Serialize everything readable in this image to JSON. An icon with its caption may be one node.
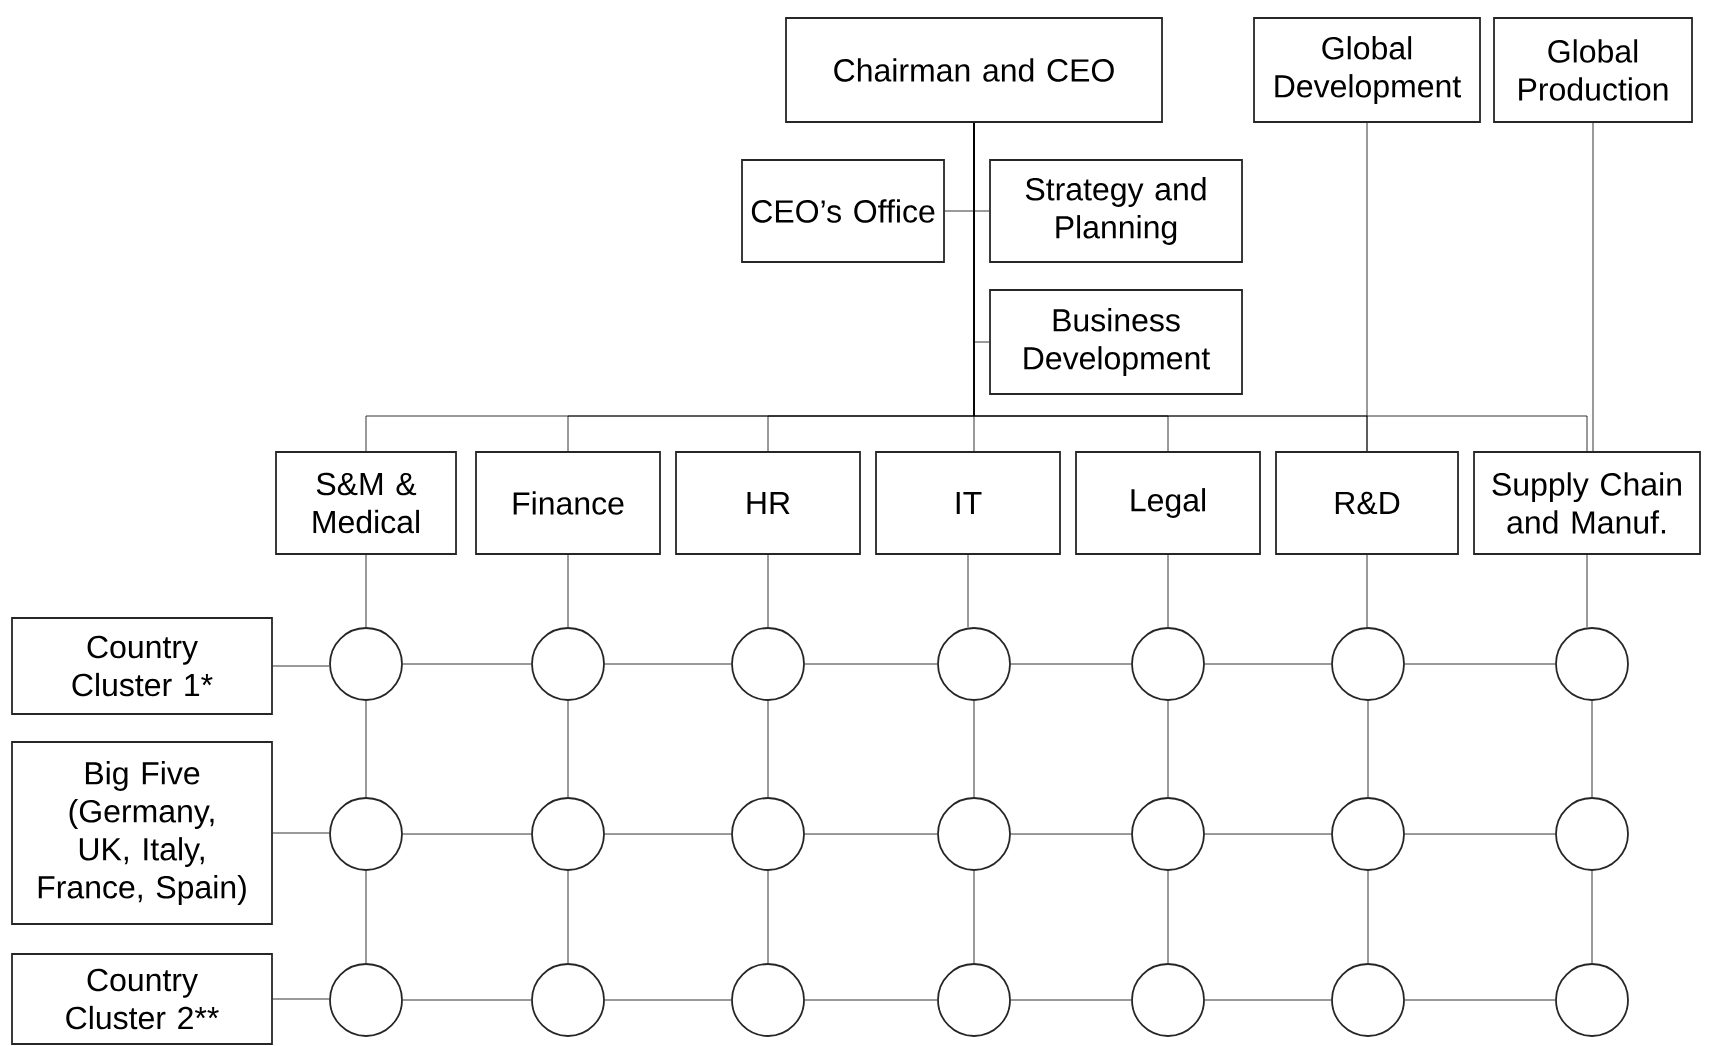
{
  "diagram": {
    "nodes": [
      {
        "text": [
          "Chairman and CEO"
        ]
      },
      {
        "text": [
          "Global Development"
        ]
      },
      {
        "text": [
          "Global Production"
        ]
      },
      {
        "text": [
          "CEO’s Office"
        ]
      },
      {
        "text": [
          "Strategy and Planning"
        ]
      },
      {
        "text": [
          "Business Development"
        ]
      },
      {
        "text": [
          "S&M & Medical"
        ]
      },
      {
        "text": [
          "Finance"
        ]
      },
      {
        "text": [
          "HR"
        ]
      },
      {
        "text": [
          "IT"
        ]
      },
      {
        "text": [
          "Legal"
        ]
      },
      {
        "text": [
          "R&D"
        ]
      },
      {
        "text": [
          "Supply Chain and Manuf."
        ]
      },
      {
        "text": [
          "Country Cluster 1*"
        ]
      },
      {
        "text": [
          "Big Five (Germany, UK, Italy, France, Spain)"
        ]
      },
      {
        "text": [
          "Country Cluster 2**"
        ]
      },
      {
        "text": [],
        "shape": "circle"
      },
      {
        "text": [],
        "shape": "circle"
      },
      {
        "text": [],
        "shape": "circle"
      },
      {
        "text": [],
        "shape": "circle"
      },
      {
        "text": [],
        "shape": "circle"
      },
      {
        "text": [],
        "shape": "circle"
      },
      {
        "text": [],
        "shape": "circle"
      },
      {
        "text": [],
        "shape": "circle"
      },
      {
        "text": [],
        "shape": "circle"
      },
      {
        "text": [],
        "shape": "circle"
      },
      {
        "text": [],
        "shape": "circle"
      },
      {
        "text": [],
        "shape": "circle"
      },
      {
        "text": [],
        "shape": "circle"
      },
      {
        "text": [],
        "shape": "circle"
      },
      {
        "text": [],
        "shape": "circle"
      },
      {
        "text": [],
        "shape": "circle"
      },
      {
        "text": [],
        "shape": "circle"
      },
      {
        "text": [],
        "shape": "circle"
      },
      {
        "text": [],
        "shape": "circle"
      },
      {
        "text": [],
        "shape": "circle"
      },
      {
        "text": [],
        "shape": "circle"
      }
    ],
    "edges": [
      {
        "from": 0,
        "to": 3,
        "arrow": "none"
      },
      {
        "from": 0,
        "to": 4,
        "arrow": "none"
      },
      {
        "from": 0,
        "to": 5,
        "arrow": "none"
      },
      {
        "from": 0,
        "to": 6,
        "arrow": "none"
      },
      {
        "from": 0,
        "to": 7,
        "arrow": "none"
      },
      {
        "from": 0,
        "to": 8,
        "arrow": "none"
      },
      {
        "from": 0,
        "to": 9,
        "arrow": "none"
      },
      {
        "from": 0,
        "to": 10,
        "arrow": "none"
      },
      {
        "from": 0,
        "to": 11,
        "arrow": "none"
      },
      {
        "from": 0,
        "to": 12,
        "arrow": "none"
      },
      {
        "from": 1,
        "to": 11,
        "arrow": "none"
      },
      {
        "from": 2,
        "to": 12,
        "arrow": "none"
      },
      {
        "from": 6,
        "to": 16,
        "arrow": "none"
      },
      {
        "from": 7,
        "to": 17,
        "arrow": "none"
      },
      {
        "from": 8,
        "to": 18,
        "arrow": "none"
      },
      {
        "from": 9,
        "to": 19,
        "arrow": "none"
      },
      {
        "from": 10,
        "to": 20,
        "arrow": "none"
      },
      {
        "from": 11,
        "to": 21,
        "arrow": "none"
      },
      {
        "from": 12,
        "to": 22,
        "arrow": "none"
      },
      {
        "from": 16,
        "to": 23,
        "arrow": "none"
      },
      {
        "from": 17,
        "to": 24,
        "arrow": "none"
      },
      {
        "from": 18,
        "to": 25,
        "arrow": "none"
      },
      {
        "from": 19,
        "to": 26,
        "arrow": "none"
      },
      {
        "from": 20,
        "to": 27,
        "arrow": "none"
      },
      {
        "from": 21,
        "to": 28,
        "arrow": "none"
      },
      {
        "from": 22,
        "to": 29,
        "arrow": "none"
      },
      {
        "from": 23,
        "to": 30,
        "arrow": "none"
      },
      {
        "from": 24,
        "to": 31,
        "arrow": "none"
      },
      {
        "from": 25,
        "to": 32,
        "arrow": "none"
      },
      {
        "from": 26,
        "to": 33,
        "arrow": "none"
      },
      {
        "from": 27,
        "to": 34,
        "arrow": "none"
      },
      {
        "from": 28,
        "to": 35,
        "arrow": "none"
      },
      {
        "from": 29,
        "to": 36,
        "arrow": "none"
      },
      {
        "from": 13,
        "to": 16,
        "arrow": "none"
      },
      {
        "from": 16,
        "to": 17,
        "arrow": "none"
      },
      {
        "from": 17,
        "to": 18,
        "arrow": "none"
      },
      {
        "from": 18,
        "to": 19,
        "arrow": "none"
      },
      {
        "from": 19,
        "to": 20,
        "arrow": "none"
      },
      {
        "from": 20,
        "to": 21,
        "arrow": "none"
      },
      {
        "from": 21,
        "to": 22,
        "arrow": "none"
      },
      {
        "from": 14,
        "to": 23,
        "arrow": "none"
      },
      {
        "from": 23,
        "to": 24,
        "arrow": "none"
      },
      {
        "from": 24,
        "to": 25,
        "arrow": "none"
      },
      {
        "from": 25,
        "to": 26,
        "arrow": "none"
      },
      {
        "from": 26,
        "to": 27,
        "arrow": "none"
      },
      {
        "from": 27,
        "to": 28,
        "arrow": "none"
      },
      {
        "from": 28,
        "to": 29,
        "arrow": "none"
      },
      {
        "from": 15,
        "to": 30,
        "arrow": "none"
      },
      {
        "from": 30,
        "to": 31,
        "arrow": "none"
      },
      {
        "from": 31,
        "to": 32,
        "arrow": "none"
      },
      {
        "from": 32,
        "to": 33,
        "arrow": "none"
      },
      {
        "from": 33,
        "to": 34,
        "arrow": "none"
      },
      {
        "from": 34,
        "to": 35,
        "arrow": "none"
      },
      {
        "from": 35,
        "to": 36,
        "arrow": "none"
      }
    ]
  }
}
